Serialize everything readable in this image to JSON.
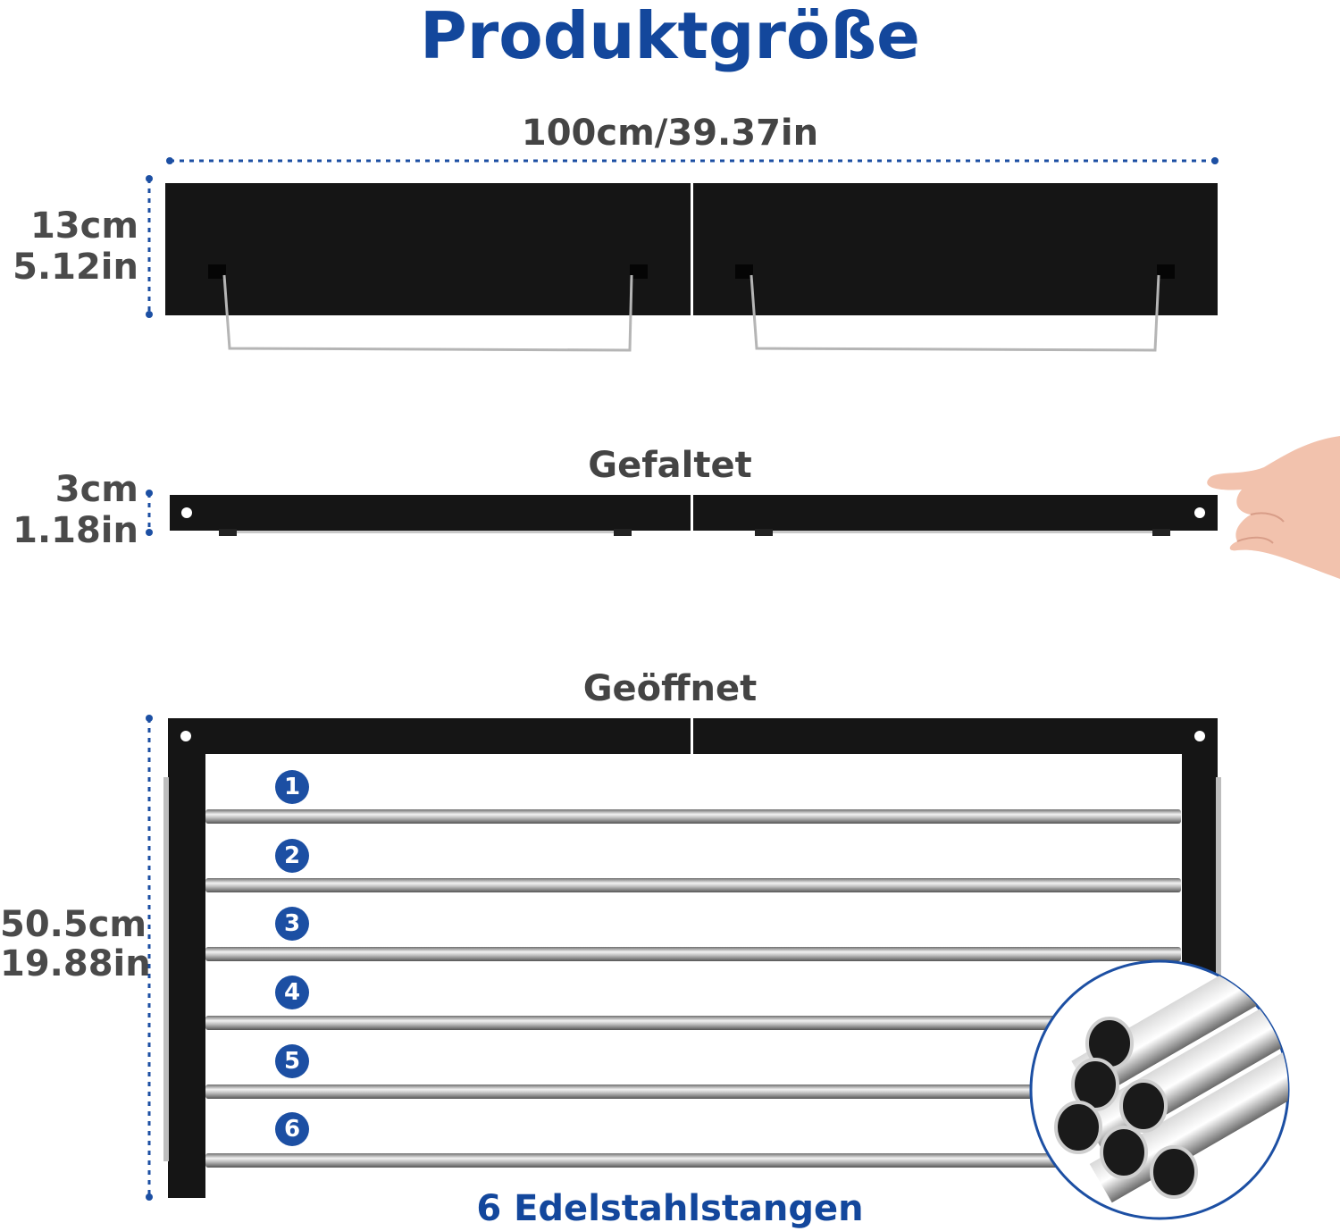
{
  "title": "Produktgröße",
  "top": {
    "width_label": "100cm/39.37in",
    "height_cm": "13cm",
    "height_in": "5.12in"
  },
  "folded": {
    "label": "Gefaltet",
    "height_cm": "3cm",
    "height_in": "1.18in"
  },
  "opened": {
    "label": "Geöffnet",
    "height_cm": "50.5cm",
    "height_in": "19.88in",
    "rods": [
      "1",
      "2",
      "3",
      "4",
      "5",
      "6"
    ]
  },
  "footer": "6 Edelstahlstangen",
  "colors": {
    "accent": "#13479c",
    "badge": "#1c4fa3",
    "panel": "#151515"
  },
  "icons": [
    "pointer-hand-image",
    "steel-tubes-zoom-image"
  ]
}
